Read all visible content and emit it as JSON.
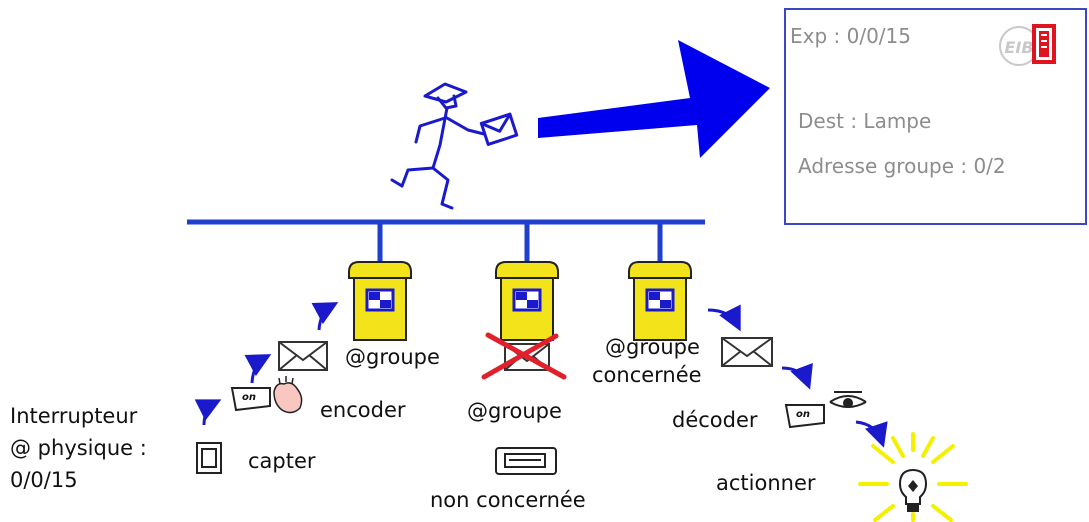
{
  "panel": {
    "exp": "Exp : 0/0/15",
    "dest": "Dest : Lampe",
    "group_address": "Adresse groupe : 0/2",
    "logo_text": "EIB"
  },
  "labels": {
    "interrupteur": "Interrupteur",
    "physique": "@ physique :",
    "physique_value": "0/0/15",
    "capter": "capter",
    "encoder": "encoder",
    "groupe_left": "@groupe",
    "groupe_mid": "@groupe",
    "non_concernee": "non concernée",
    "groupe_right": "@groupe",
    "concernee": "concernée",
    "decoder": "décoder",
    "actionner": "actionner",
    "on": "on"
  },
  "colors": {
    "accent": "#1a1acc",
    "bus": "#1f3fcf",
    "mailbox": "#f2e31a",
    "cross": "#e0202a",
    "bulb_rays": "#f5f000",
    "panel_border": "#3b48c4",
    "panel_text": "#8d8d8d"
  }
}
